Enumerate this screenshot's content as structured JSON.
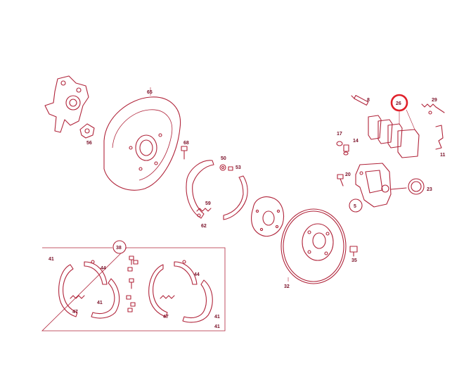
{
  "callouts": {
    "c65": "65",
    "c56": "56",
    "c68": "68",
    "c50": "50",
    "c53": "53",
    "c59": "59",
    "c62": "62",
    "c8": "8",
    "c26": "26",
    "c29": "29",
    "c17": "17",
    "c14": "14",
    "c11": "11",
    "c20": "20",
    "c23": "23",
    "c5": "5",
    "c35": "35",
    "c32": "32",
    "c38": "38",
    "k41a": "41",
    "k44a": "44",
    "k47a": "47",
    "k41b": "41",
    "k44b": "44",
    "k47b": "47",
    "k41c": "41",
    "k41d": "41"
  },
  "colors": {
    "line": "#b0243a",
    "highlight": "#e0202a",
    "text": "#7a1028"
  },
  "highlighted_part": "26"
}
